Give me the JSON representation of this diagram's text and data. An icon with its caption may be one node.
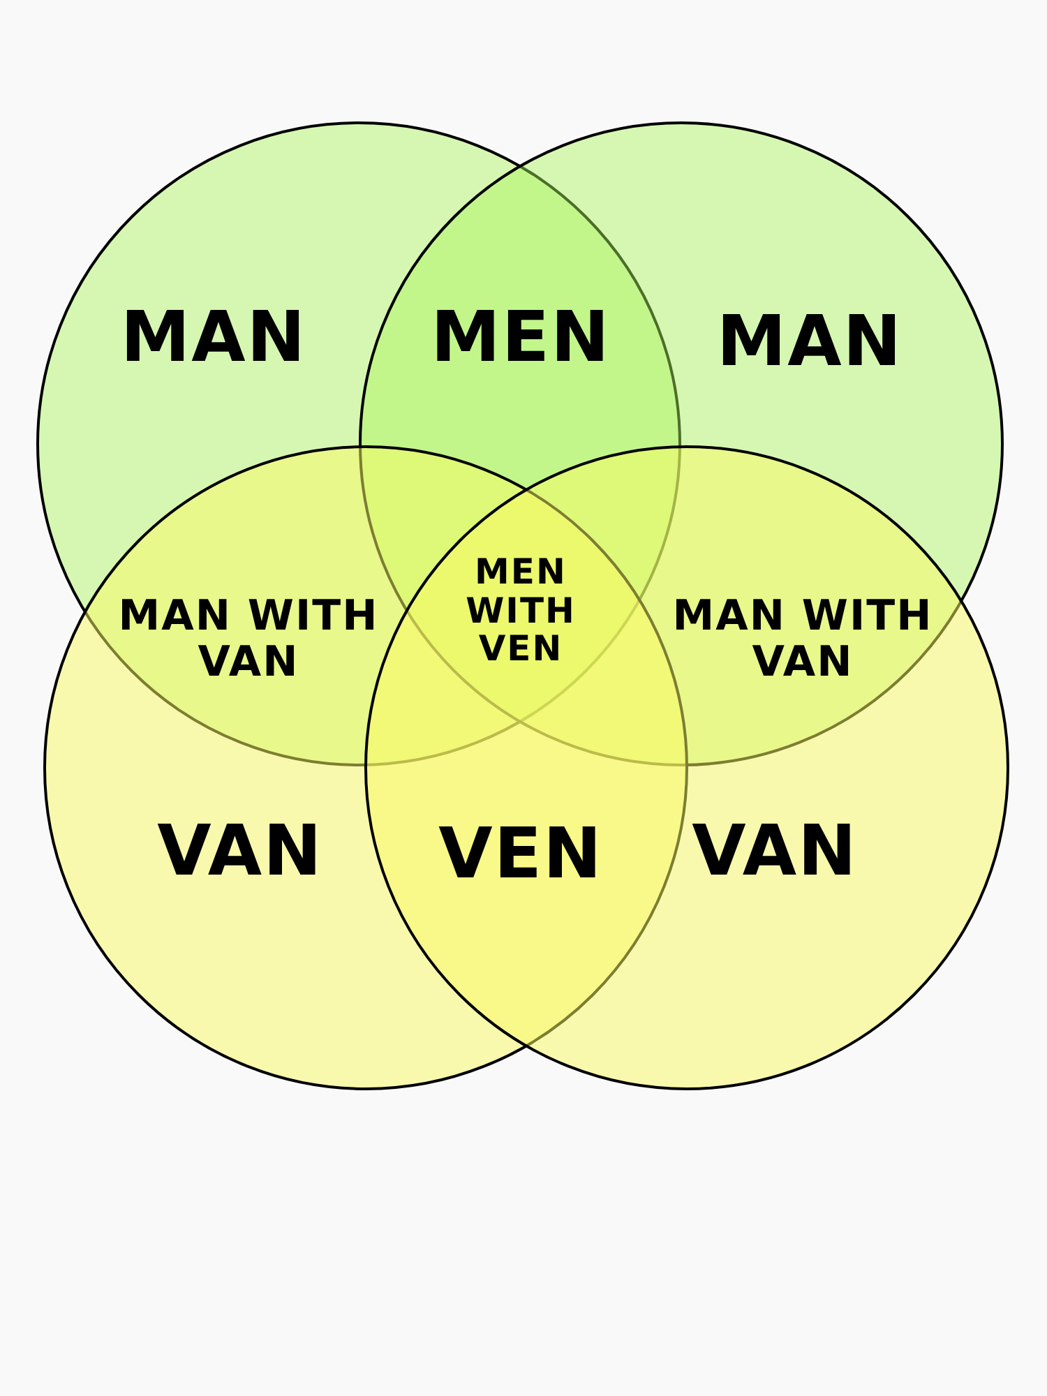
{
  "diagram": {
    "nodes": [
      {
        "text": [],
        "shape": "circle"
      },
      {
        "text": [],
        "shape": "circle"
      },
      {
        "text": [],
        "shape": "circle"
      },
      {
        "text": [],
        "shape": "circle"
      }
    ],
    "labels": [
      "MAN",
      "MEN",
      "MAN",
      "MAN WITH VAN",
      "MEN WITH VEN",
      "MAN WITH VAN",
      "VAN",
      "VEN",
      "VAN"
    ]
  }
}
